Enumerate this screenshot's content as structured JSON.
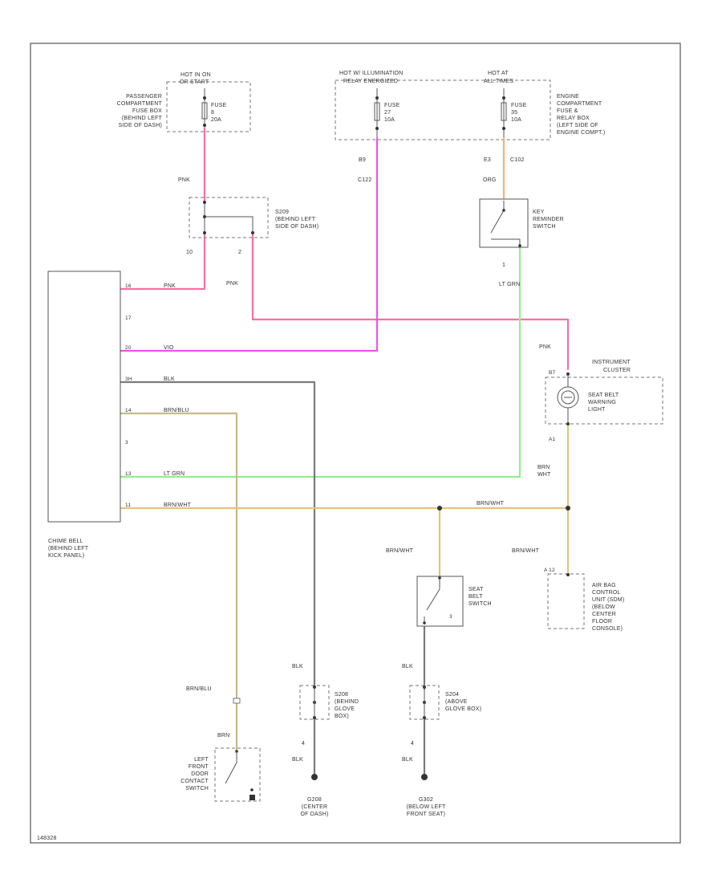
{
  "colors": {
    "pink": "#ff6e9f",
    "violet": "#f052f0",
    "black": "#7a7a7a",
    "brown_blue": "#c8b98a",
    "light_green": "#8ef08e",
    "brown_white": "#e7c27b",
    "orange": "#f4b27a"
  },
  "labels": {
    "hot_in_on_start": "HOT IN ON",
    "hot_in_on_start_2": "OR START",
    "hot_illum": "HOT W/ ILLUMINATION",
    "hot_illum_2": "RELAY ENERGIZED",
    "hot_at_all": "HOT AT",
    "hot_at_all_2": "ALL TIMES",
    "pass_box": [
      "PASSENGER",
      "COMPARTMENT",
      "FUSE BOX",
      "(BEHIND LEFT",
      "SIDE OF DASH)"
    ],
    "fuse1": [
      "FUSE",
      "8",
      "20A"
    ],
    "fuse2": [
      "FUSE",
      "27",
      "10A"
    ],
    "fuse3": [
      "FUSE",
      "35",
      "10A"
    ],
    "engine_box": [
      "ENGINE",
      "COMPARTMENT",
      "FUSE &",
      "RELAY BOX",
      "(LEFT SIDE OF",
      "ENGINE COMPT.)"
    ],
    "b9": "B9",
    "c122": "C122",
    "e3": "E3",
    "c102": "C102",
    "org": "ORG",
    "pnk_1": "PNK",
    "s209": [
      "S209",
      "(BEHIND LEFT",
      "SIDE OF DASH)"
    ],
    "key_reminder": [
      "KEY",
      "REMINDER",
      "SWITCH"
    ],
    "pin10": "10",
    "pin2": "2",
    "pin1": "1",
    "pnk_2": "PNK",
    "lt_grn": "LT GRN",
    "chime": [
      "CHIME BELL",
      "(BEHIND LEFT",
      "KICK PANEL)"
    ],
    "chime_pins": [
      "16",
      "17",
      "20",
      "3H",
      "14",
      "3",
      "13",
      "11"
    ],
    "chime_wires": [
      "PNK",
      "VIO",
      "BLK",
      "BRN/BLU",
      "LT GRN",
      "BRN/WHT"
    ],
    "pnk_3": "PNK",
    "instrument": [
      "INSTRUMENT",
      "CLUSTER"
    ],
    "seat_belt_lamp": [
      "SEAT BELT",
      "WARNING",
      "LIGHT"
    ],
    "pin_b7": "B7",
    "pin_a1": "A1",
    "brn_wht_v": [
      "BRN",
      "WHT"
    ],
    "brn_wht_h": "BRN/WHT",
    "brn_wht_l": "BRN/WHT",
    "brn_wht_r": "BRN/WHT",
    "seat_belt_switch": [
      "SEAT",
      "BELT",
      "SWITCH"
    ],
    "pin3": "3",
    "pin_a_12": "A 12",
    "airbag": [
      "AIR BAG",
      "CONTROL",
      "UNIT (SDM)",
      "(BELOW",
      "CENTER",
      "FLOOR",
      "CONSOLE)"
    ],
    "brn_blu_v": "BRN/BLU",
    "blk_1": "BLK",
    "blk_2": "BLK",
    "s208": [
      "S208",
      "(BEHIND",
      "GLOVE",
      "BOX)"
    ],
    "s204": [
      "S204",
      "(ABOVE",
      "GLOVE BOX)"
    ],
    "pin4a": "4",
    "pin4b": "4",
    "blk_3": "BLK",
    "blk_4": "BLK",
    "brn": "BRN",
    "door_switch": [
      "LEFT",
      "FRONT",
      "DOOR",
      "CONTACT",
      "SWITCH"
    ],
    "g208": [
      "G208",
      "(CENTER",
      "OF DASH)"
    ],
    "g302": [
      "G302",
      "(BELOW LEFT",
      "FRONT SEAT)"
    ],
    "footer": "148328"
  }
}
